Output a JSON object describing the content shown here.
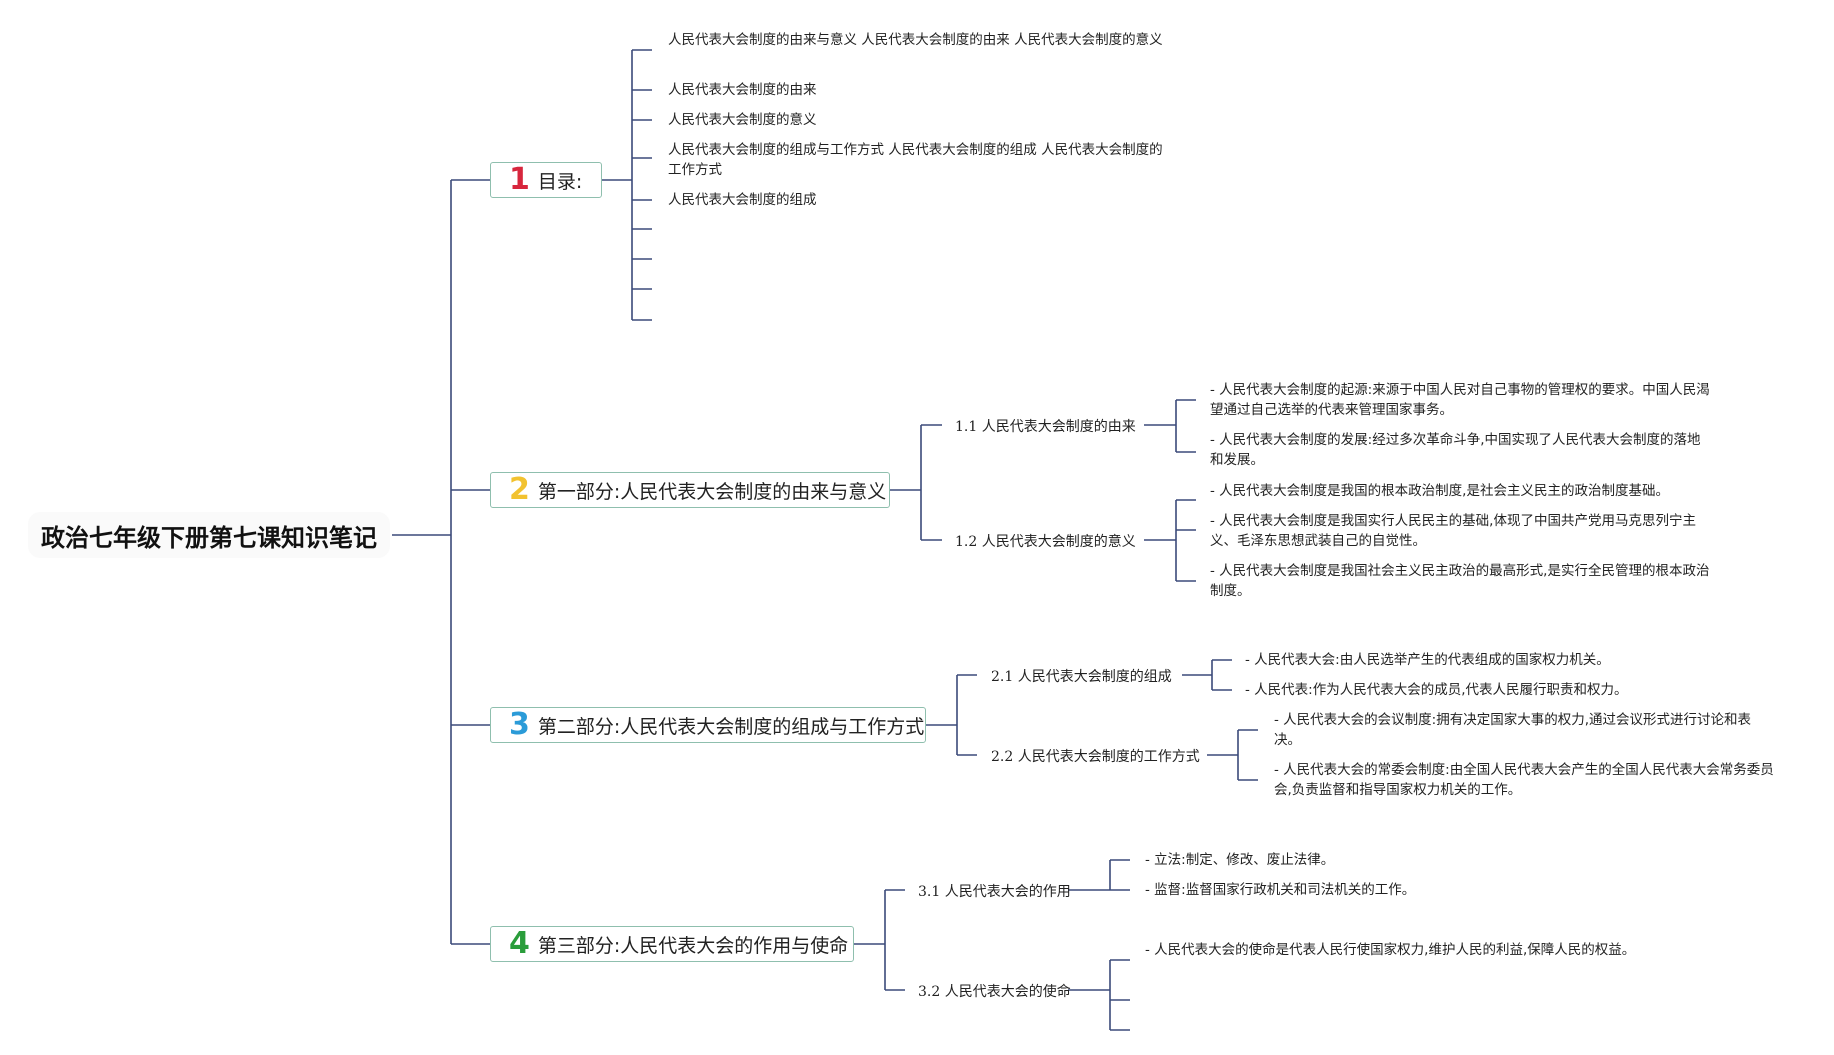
{
  "root": {
    "title": "政治七年级下册第七课知识笔记"
  },
  "sections": {
    "s1": {
      "num": "1",
      "num_color": "#d7263d",
      "label": "目录:",
      "items": [
        "人民代表大会制度的由来与意义 人民代表大会制度的由来 人民代表大会制度的意义",
        "人民代表大会制度的由来",
        "人民代表大会制度的意义",
        "人民代表大会制度的组成与工作方式 人民代表大会制度的组成 人民代表大会制度的工作方式",
        "人民代表大会制度的组成"
      ]
    },
    "s2": {
      "num": "2",
      "num_color": "#f2c230",
      "label": "第一部分:人民代表大会制度的由来与意义",
      "subs": [
        {
          "label": "1.1 人民代表大会制度的由来",
          "leaves": [
            "- 人民代表大会制度的起源:来源于中国人民对自己事物的管理权的要求。中国人民渴望通过自己选举的代表来管理国家事务。",
            "- 人民代表大会制度的发展:经过多次革命斗争,中国实现了人民代表大会制度的落地和发展。"
          ]
        },
        {
          "label": "1.2 人民代表大会制度的意义",
          "leaves": [
            "- 人民代表大会制度是我国的根本政治制度,是社会主义民主的政治制度基础。",
            "- 人民代表大会制度是我国实行人民民主的基础,体现了中国共产党用马克思列宁主义、毛泽东思想武装自己的自觉性。",
            "- 人民代表大会制度是我国社会主义民主政治的最高形式,是实行全民管理的根本政治制度。"
          ]
        }
      ]
    },
    "s3": {
      "num": "3",
      "num_color": "#2b9bd8",
      "label": "第二部分:人民代表大会制度的组成与工作方式",
      "subs": [
        {
          "label": "2.1 人民代表大会制度的组成",
          "leaves": [
            "- 人民代表大会:由人民选举产生的代表组成的国家权力机关。",
            "- 人民代表:作为人民代表大会的成员,代表人民履行职责和权力。"
          ]
        },
        {
          "label": "2.2 人民代表大会制度的工作方式",
          "leaves": [
            "- 人民代表大会的会议制度:拥有决定国家大事的权力,通过会议形式进行讨论和表决。",
            "- 人民代表大会的常委会制度:由全国人民代表大会产生的全国人民代表大会常务委员会,负责监督和指导国家权力机关的工作。"
          ]
        }
      ]
    },
    "s4": {
      "num": "4",
      "num_color": "#2a9d3b",
      "label": "第三部分:人民代表大会的作用与使命",
      "subs": [
        {
          "label": "3.1 人民代表大会的作用",
          "leaves": [
            "- 立法:制定、修改、废止法律。",
            "- 监督:监督国家行政机关和司法机关的工作。"
          ]
        },
        {
          "label": "3.2 人民代表大会的使命",
          "leaves": [
            "- 人民代表大会的使命是代表人民行使国家权力,维护人民的利益,保障人民的权益。"
          ]
        }
      ]
    }
  }
}
